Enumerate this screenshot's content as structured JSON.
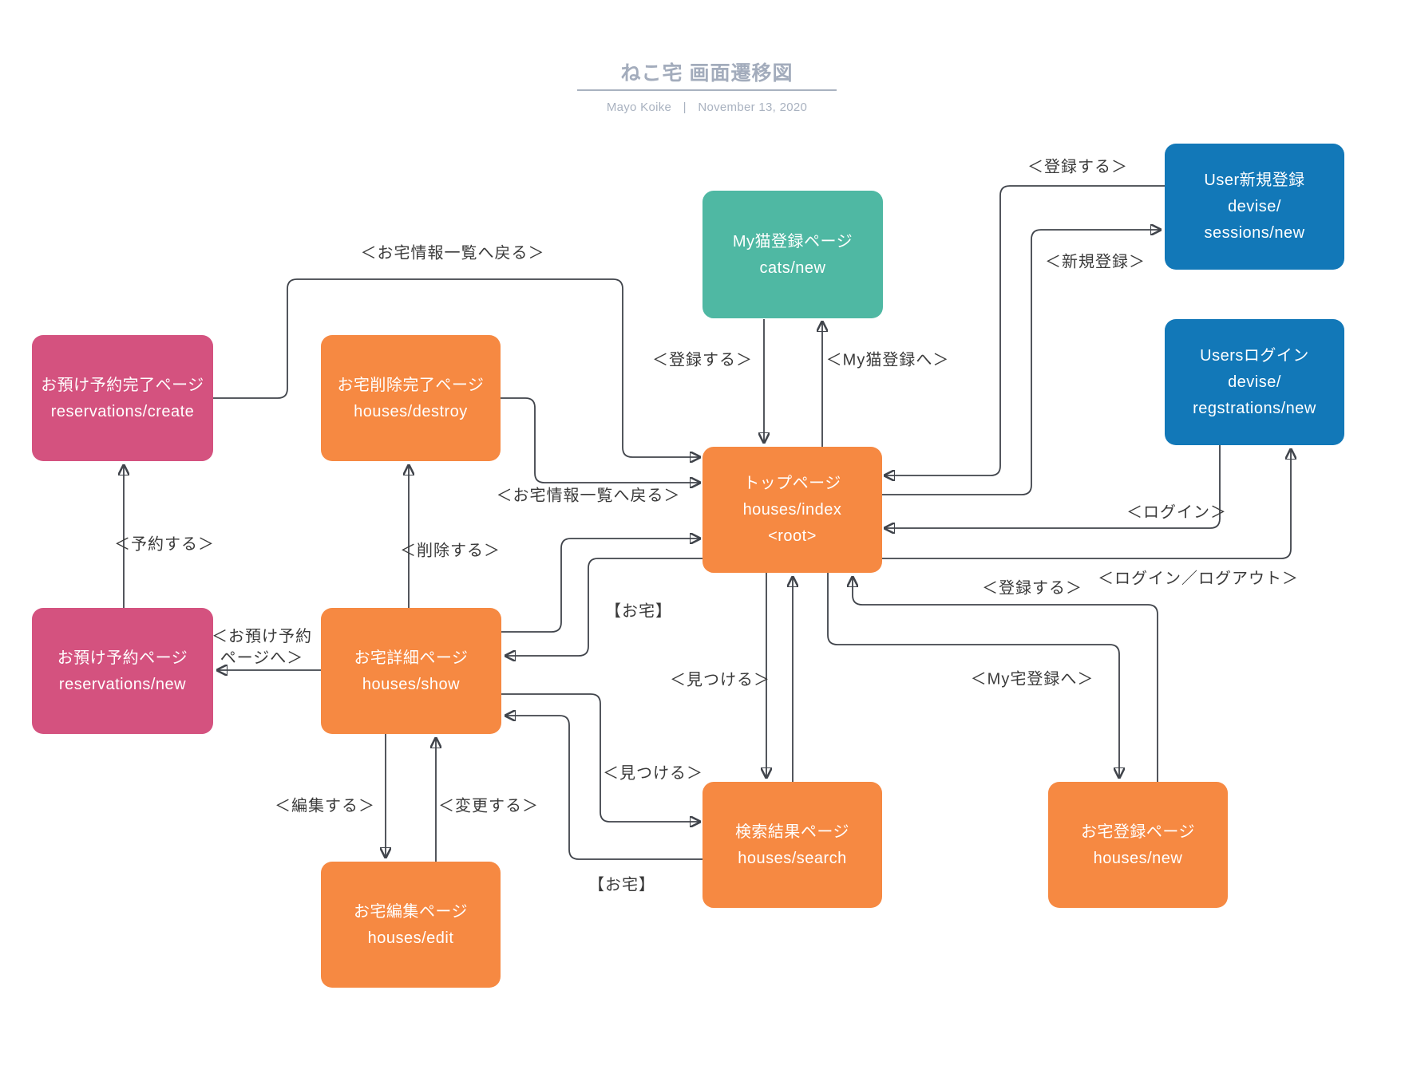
{
  "header": {
    "title": "ねこ宅 画面遷移図",
    "author": "Mayo Koike",
    "separator": "|",
    "date": "November 13, 2020"
  },
  "colors": {
    "orange": "#F68942",
    "pink": "#D4527F",
    "teal": "#4FB8A3",
    "blue": "#1278B8",
    "edge": "#40444B",
    "header_gray": "#A3ACBC"
  },
  "nodes": {
    "cats_new": {
      "color": "teal",
      "lines": [
        "My猫登録ページ",
        "cats/new"
      ]
    },
    "user_signup": {
      "color": "blue",
      "lines": [
        "User新規登録",
        "devise/",
        "sessions/new"
      ]
    },
    "users_login": {
      "color": "blue",
      "lines": [
        "Usersログイン",
        "devise/",
        "regstrations/new"
      ]
    },
    "reservations_create": {
      "color": "pink",
      "lines": [
        "お預け予約完了ページ",
        "reservations/create"
      ]
    },
    "houses_destroy": {
      "color": "orange",
      "lines": [
        "お宅削除完了ページ",
        "houses/destroy"
      ]
    },
    "houses_index": {
      "color": "orange",
      "lines": [
        "トップページ",
        "houses/index",
        "<root>"
      ]
    },
    "reservations_new": {
      "color": "pink",
      "lines": [
        "お預け予約ページ",
        "reservations/new"
      ]
    },
    "houses_show": {
      "color": "orange",
      "lines": [
        "お宅詳細ページ",
        "houses/show"
      ]
    },
    "houses_edit": {
      "color": "orange",
      "lines": [
        "お宅編集ページ",
        "houses/edit"
      ]
    },
    "houses_search": {
      "color": "orange",
      "lines": [
        "検索結果ページ",
        "houses/search"
      ]
    },
    "houses_new": {
      "color": "orange",
      "lines": [
        "お宅登録ページ",
        "houses/new"
      ]
    }
  },
  "edge_labels": {
    "back_to_list_top": "＜お宅情報一覧へ戻る＞",
    "back_to_list_mid": "＜お宅情報一覧へ戻る＞",
    "register_cat": "＜登録する＞",
    "to_my_cat": "＜My猫登録へ＞",
    "register_user": "＜登録する＞",
    "signup": "＜新規登録＞",
    "login": "＜ログイン＞",
    "login_logout": "＜ログイン／ログアウト＞",
    "find_top": "＜見つける＞",
    "to_my_house": "＜My宅登録へ＞",
    "register_house": "＜登録する＞",
    "house_item_top": "【お宅】",
    "house_item_search": "【お宅】",
    "delete": "＜削除する＞",
    "to_reservation": "＜お預け予約\nページへ＞",
    "reserve": "＜予約する＞",
    "edit": "＜編集する＞",
    "update": "＜変更する＞",
    "find_show": "＜見つける＞"
  }
}
